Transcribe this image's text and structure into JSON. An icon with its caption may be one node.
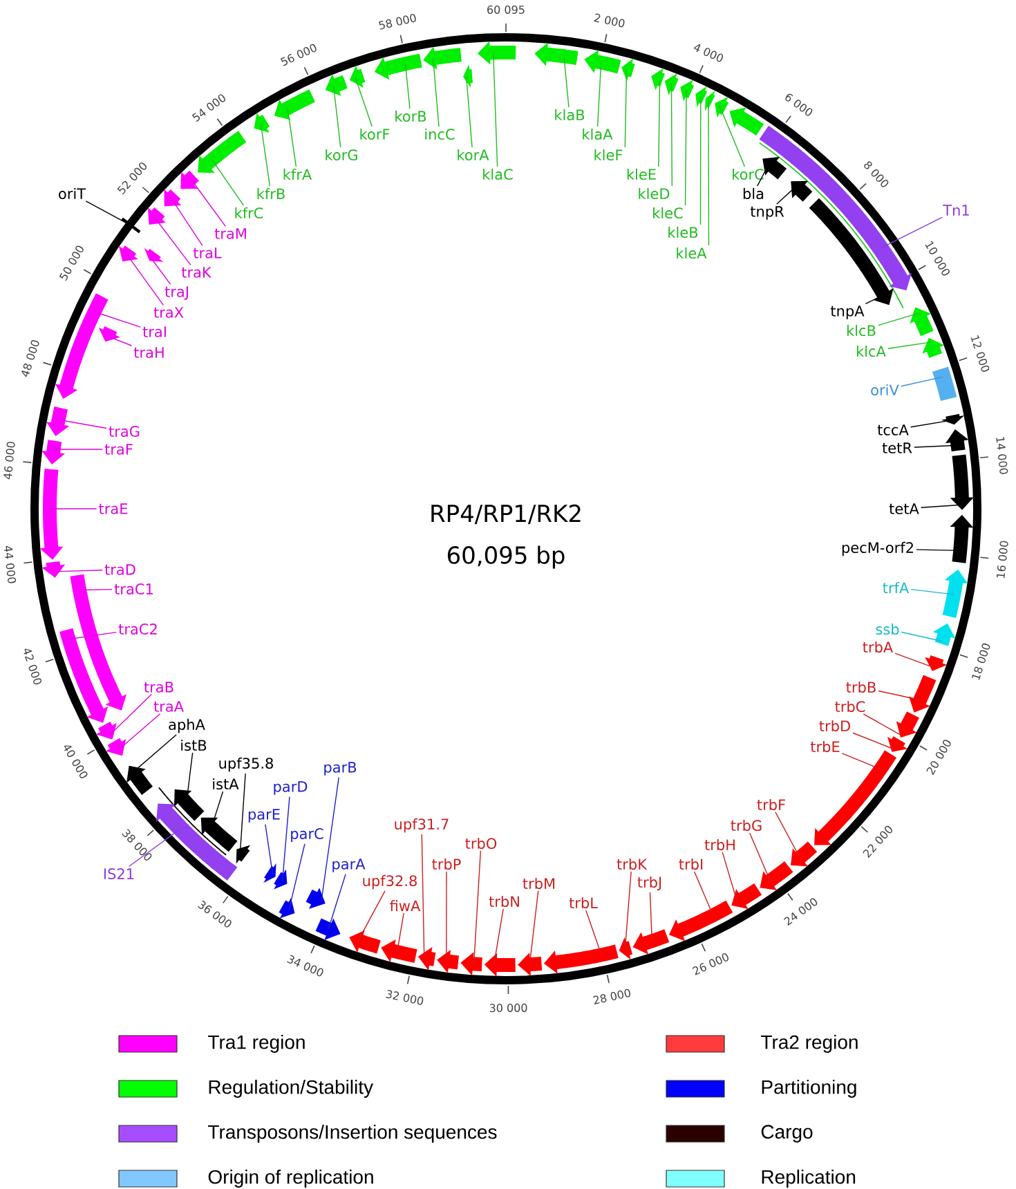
{
  "diagram": {
    "title": "RP4/RP1/RK2",
    "nodes": [
      {
        "text": [
          "klaC"
        ]
      },
      {
        "text": [
          "klaB"
        ]
      },
      {
        "text": [
          "klaA"
        ]
      },
      {
        "text": [
          "kleF"
        ]
      },
      {
        "text": [
          "kleE"
        ]
      },
      {
        "text": [
          "kleD"
        ]
      },
      {
        "text": [
          "kleC"
        ]
      },
      {
        "text": [
          "kleB"
        ]
      },
      {
        "text": [
          "kleA"
        ]
      },
      {
        "text": [
          "korC"
        ]
      },
      {
        "text": [
          "bla"
        ]
      },
      {
        "text": [
          "tnpR"
        ]
      },
      {
        "text": [
          "Tn1"
        ]
      },
      {
        "text": [
          "tnpA"
        ]
      },
      {
        "text": [
          "klcB"
        ]
      },
      {
        "text": [
          "klcA"
        ]
      },
      {
        "text": [
          "oriV"
        ]
      },
      {
        "text": [
          "tccA"
        ]
      },
      {
        "text": [
          "tetR"
        ]
      },
      {
        "text": [
          "tetA"
        ]
      },
      {
        "text": [
          "pecM-orf2"
        ]
      },
      {
        "text": [
          "trfA"
        ]
      },
      {
        "text": [
          "ssb"
        ]
      },
      {
        "text": [
          "trbA"
        ]
      },
      {
        "text": [
          "trbB"
        ]
      },
      {
        "text": [
          "trbC"
        ]
      },
      {
        "text": [
          "trbD"
        ]
      },
      {
        "text": [
          "trbE"
        ]
      },
      {
        "text": [
          "trbF"
        ]
      },
      {
        "text": [
          "trbG"
        ]
      },
      {
        "text": [
          "trbH"
        ]
      },
      {
        "text": [
          "trbI"
        ]
      },
      {
        "text": [
          "trbJ"
        ]
      },
      {
        "text": [
          "trbK"
        ]
      },
      {
        "text": [
          "trbL"
        ]
      },
      {
        "text": [
          "trbM"
        ]
      },
      {
        "text": [
          "trbN"
        ]
      },
      {
        "text": [
          "trbO"
        ]
      },
      {
        "text": [
          "trbP"
        ]
      },
      {
        "text": [
          "upf31.7"
        ]
      },
      {
        "text": [
          "fiwA"
        ]
      },
      {
        "text": [
          "upf32.8"
        ]
      },
      {
        "text": [
          "parA"
        ]
      },
      {
        "text": [
          "parB"
        ]
      },
      {
        "text": [
          "parC"
        ]
      },
      {
        "text": [
          "parD"
        ]
      },
      {
        "text": [
          "parE"
        ]
      },
      {
        "text": [
          "upf35.8"
        ]
      },
      {
        "text": [
          "IS21"
        ]
      },
      {
        "text": [
          "istA"
        ]
      },
      {
        "text": [
          "istB"
        ]
      },
      {
        "text": [
          "aphA"
        ]
      },
      {
        "text": [
          "traA"
        ]
      },
      {
        "text": [
          "traB"
        ]
      },
      {
        "text": [
          "traC2"
        ]
      },
      {
        "text": [
          "traC1"
        ]
      },
      {
        "text": [
          "traD"
        ]
      },
      {
        "text": [
          "traE"
        ]
      },
      {
        "text": [
          "traF"
        ]
      },
      {
        "text": [
          "traG"
        ]
      },
      {
        "text": [
          "traH"
        ]
      },
      {
        "text": [
          "traI"
        ]
      },
      {
        "text": [
          "traX"
        ]
      },
      {
        "text": [
          "traJ"
        ]
      },
      {
        "text": [
          "oriT"
        ]
      },
      {
        "text": [
          "traK"
        ]
      },
      {
        "text": [
          "traL"
        ]
      },
      {
        "text": [
          "traM"
        ]
      },
      {
        "text": [
          "kfrC"
        ]
      },
      {
        "text": [
          "kfrB"
        ]
      },
      {
        "text": [
          "kfrA"
        ]
      },
      {
        "text": [
          "korG"
        ]
      },
      {
        "text": [
          "korF"
        ]
      },
      {
        "text": [
          "korB"
        ]
      },
      {
        "text": [
          "incC"
        ]
      },
      {
        "text": [
          "korA"
        ]
      },
      {
        "text": [],
        "shape": "arrow"
      },
      {
        "text": [],
        "shape": "arrow"
      },
      {
        "text": [],
        "shape": "arrow"
      },
      {
        "text": [],
        "shape": "arrow"
      },
      {
        "text": [],
        "shape": "arrow"
      },
      {
        "text": [],
        "shape": "arrow"
      },
      {
        "text": [],
        "shape": "arrow"
      },
      {
        "text": [],
        "shape": "arrow"
      },
      {
        "text": [],
        "shape": "arrow"
      },
      {
        "text": [],
        "shape": "arrow"
      },
      {
        "text": [],
        "shape": "arrow"
      },
      {
        "text": [],
        "shape": "arrow"
      },
      {
        "text": [],
        "shape": "arrow"
      },
      {
        "text": [],
        "shape": "arrow"
      },
      {
        "text": [],
        "shape": "arrow"
      },
      {
        "text": [],
        "shape": "arrow"
      },
      {
        "text": [],
        "shape": "bar"
      },
      {
        "text": [],
        "shape": "arrow"
      },
      {
        "text": [],
        "shape": "arrow"
      },
      {
        "text": [],
        "shape": "arrow"
      },
      {
        "text": [],
        "shape": "arrow"
      },
      {
        "text": [],
        "shape": "arrow"
      },
      {
        "text": [],
        "shape": "arrow"
      },
      {
        "text": [],
        "shape": "arrow"
      },
      {
        "text": [],
        "shape": "arrow"
      },
      {
        "text": [],
        "shape": "arrow"
      },
      {
        "text": [],
        "shape": "arrow"
      },
      {
        "text": [],
        "shape": "arrow"
      },
      {
        "text": [],
        "shape": "arrow"
      },
      {
        "text": [],
        "shape": "arrow"
      },
      {
        "text": [],
        "shape": "arrow"
      },
      {
        "text": [],
        "shape": "arrow"
      },
      {
        "text": [],
        "shape": "arrow"
      },
      {
        "text": [],
        "shape": "arrow"
      },
      {
        "text": [],
        "shape": "arrow"
      },
      {
        "text": [],
        "shape": "arrow"
      },
      {
        "text": [],
        "shape": "arrow"
      },
      {
        "text": [],
        "shape": "arrow"
      },
      {
        "text": [],
        "shape": "arrow"
      },
      {
        "text": [],
        "shape": "arrow"
      },
      {
        "text": [],
        "shape": "arrow"
      },
      {
        "text": [],
        "shape": "arrow"
      },
      {
        "text": [],
        "shape": "arrow"
      },
      {
        "text": [],
        "shape": "arrow"
      },
      {
        "text": [],
        "shape": "arrow"
      },
      {
        "text": [],
        "shape": "arrow"
      },
      {
        "text": [],
        "shape": "arrow"
      },
      {
        "text": [],
        "shape": "arrow"
      },
      {
        "text": [],
        "shape": "arrow"
      },
      {
        "text": [],
        "shape": "arrow"
      },
      {
        "text": [],
        "shape": "arrow"
      },
      {
        "text": [],
        "shape": "arrow"
      },
      {
        "text": [],
        "shape": "arrow"
      },
      {
        "text": [],
        "shape": "arrow"
      },
      {
        "text": [],
        "shape": "arrow"
      },
      {
        "text": [],
        "shape": "arrow"
      },
      {
        "text": [],
        "shape": "arrow"
      },
      {
        "text": [],
        "shape": "arrow"
      },
      {
        "text": [],
        "shape": "arrow"
      },
      {
        "text": [],
        "shape": "arrow"
      },
      {
        "text": [],
        "shape": "arrow"
      },
      {
        "text": [],
        "shape": "arrow"
      },
      {
        "text": [],
        "shape": "arrow"
      },
      {
        "text": [],
        "shape": "arrow"
      },
      {
        "text": [],
        "shape": "bar"
      },
      {
        "text": [],
        "shape": "arrow"
      },
      {
        "text": [],
        "shape": "arrow"
      },
      {
        "text": [],
        "shape": "arrow"
      },
      {
        "text": [],
        "shape": "arrow"
      },
      {
        "text": [],
        "shape": "arrow"
      },
      {
        "text": [],
        "shape": "arrow"
      },
      {
        "text": [],
        "shape": "arrow"
      },
      {
        "text": [],
        "shape": "arrow"
      },
      {
        "text": [],
        "shape": "arrow"
      },
      {
        "text": [],
        "shape": "arrow"
      },
      {
        "text": [],
        "shape": "arrow"
      },
      {
        "text": [],
        "shape": "arrow"
      }
    ],
    "edges": [
      {
        "from": 0,
        "to": 76,
        "arrow": "none",
        "color": "#22bb22"
      },
      {
        "from": 1,
        "to": 77,
        "arrow": "none",
        "color": "#22bb22"
      },
      {
        "from": 2,
        "to": 78,
        "arrow": "none",
        "color": "#22bb22"
      },
      {
        "from": 3,
        "to": 79,
        "arrow": "none",
        "color": "#22bb22"
      },
      {
        "from": 4,
        "to": 80,
        "arrow": "none",
        "color": "#22bb22"
      },
      {
        "from": 5,
        "to": 81,
        "arrow": "none",
        "color": "#22bb22"
      },
      {
        "from": 6,
        "to": 82,
        "arrow": "none",
        "color": "#22bb22"
      },
      {
        "from": 7,
        "to": 83,
        "arrow": "none",
        "color": "#22bb22"
      },
      {
        "from": 8,
        "to": 84,
        "arrow": "none",
        "color": "#22bb22"
      },
      {
        "from": 9,
        "to": 85,
        "arrow": "none",
        "color": "#22bb22"
      },
      {
        "from": 10,
        "to": 86,
        "arrow": "none",
        "color": "#000000"
      },
      {
        "from": 11,
        "to": 87,
        "arrow": "none",
        "color": "#000000"
      },
      {
        "from": 12,
        "to": 88,
        "arrow": "none",
        "color": "#8a3be0"
      },
      {
        "from": 13,
        "to": 89,
        "arrow": "none",
        "color": "#000000"
      },
      {
        "from": 14,
        "to": 90,
        "arrow": "none",
        "color": "#22bb22"
      },
      {
        "from": 15,
        "to": 91,
        "arrow": "none",
        "color": "#22bb22"
      },
      {
        "from": 16,
        "to": 92,
        "arrow": "none",
        "color": "#3a8fd8"
      },
      {
        "from": 17,
        "to": 93,
        "arrow": "none",
        "color": "#000000"
      },
      {
        "from": 18,
        "to": 94,
        "arrow": "none",
        "color": "#000000"
      },
      {
        "from": 19,
        "to": 95,
        "arrow": "none",
        "color": "#000000"
      },
      {
        "from": 20,
        "to": 96,
        "arrow": "none",
        "color": "#000000"
      },
      {
        "from": 21,
        "to": 97,
        "arrow": "none",
        "color": "#1ab8c8"
      },
      {
        "from": 22,
        "to": 98,
        "arrow": "none",
        "color": "#1ab8c8"
      },
      {
        "from": 23,
        "to": 99,
        "arrow": "none",
        "color": "#cc1f1f"
      },
      {
        "from": 24,
        "to": 100,
        "arrow": "none",
        "color": "#cc1f1f"
      },
      {
        "from": 25,
        "to": 101,
        "arrow": "none",
        "color": "#cc1f1f"
      },
      {
        "from": 26,
        "to": 102,
        "arrow": "none",
        "color": "#cc1f1f"
      },
      {
        "from": 27,
        "to": 103,
        "arrow": "none",
        "color": "#cc1f1f"
      },
      {
        "from": 28,
        "to": 104,
        "arrow": "none",
        "color": "#cc1f1f"
      },
      {
        "from": 29,
        "to": 105,
        "arrow": "none",
        "color": "#cc1f1f"
      },
      {
        "from": 30,
        "to": 106,
        "arrow": "none",
        "color": "#cc1f1f"
      },
      {
        "from": 31,
        "to": 107,
        "arrow": "none",
        "color": "#cc1f1f"
      },
      {
        "from": 32,
        "to": 108,
        "arrow": "none",
        "color": "#cc1f1f"
      },
      {
        "from": 33,
        "to": 109,
        "arrow": "none",
        "color": "#cc1f1f"
      },
      {
        "from": 34,
        "to": 110,
        "arrow": "none",
        "color": "#cc1f1f"
      },
      {
        "from": 35,
        "to": 111,
        "arrow": "none",
        "color": "#cc1f1f"
      },
      {
        "from": 36,
        "to": 112,
        "arrow": "none",
        "color": "#cc1f1f"
      },
      {
        "from": 37,
        "to": 113,
        "arrow": "none",
        "color": "#cc1f1f"
      },
      {
        "from": 38,
        "to": 114,
        "arrow": "none",
        "color": "#cc1f1f"
      },
      {
        "from": 39,
        "to": 115,
        "arrow": "none",
        "color": "#cc1f1f"
      },
      {
        "from": 40,
        "to": 116,
        "arrow": "none",
        "color": "#cc1f1f"
      },
      {
        "from": 41,
        "to": 117,
        "arrow": "none",
        "color": "#cc1f1f"
      },
      {
        "from": 42,
        "to": 118,
        "arrow": "none",
        "color": "#2020cc"
      },
      {
        "from": 43,
        "to": 119,
        "arrow": "none",
        "color": "#2020cc"
      },
      {
        "from": 44,
        "to": 120,
        "arrow": "none",
        "color": "#2020cc"
      },
      {
        "from": 45,
        "to": 121,
        "arrow": "none",
        "color": "#2020cc"
      },
      {
        "from": 46,
        "to": 122,
        "arrow": "none",
        "color": "#2020cc"
      },
      {
        "from": 47,
        "to": 123,
        "arrow": "none",
        "color": "#000000"
      },
      {
        "from": 48,
        "to": 124,
        "arrow": "none",
        "color": "#8a3be0"
      },
      {
        "from": 49,
        "to": 125,
        "arrow": "none",
        "color": "#000000"
      },
      {
        "from": 50,
        "to": 126,
        "arrow": "none",
        "color": "#000000"
      },
      {
        "from": 51,
        "to": 127,
        "arrow": "none",
        "color": "#000000"
      },
      {
        "from": 52,
        "to": 128,
        "arrow": "none",
        "color": "#e000e0"
      },
      {
        "from": 53,
        "to": 129,
        "arrow": "none",
        "color": "#e000e0"
      },
      {
        "from": 54,
        "to": 130,
        "arrow": "none",
        "color": "#e000e0"
      },
      {
        "from": 55,
        "to": 131,
        "arrow": "none",
        "color": "#e000e0"
      },
      {
        "from": 56,
        "to": 132,
        "arrow": "none",
        "color": "#e000e0"
      },
      {
        "from": 57,
        "to": 133,
        "arrow": "none",
        "color": "#e000e0"
      },
      {
        "from": 58,
        "to": 134,
        "arrow": "none",
        "color": "#e000e0"
      },
      {
        "from": 59,
        "to": 135,
        "arrow": "none",
        "color": "#e000e0"
      },
      {
        "from": 60,
        "to": 136,
        "arrow": "none",
        "color": "#e000e0"
      },
      {
        "from": 61,
        "to": 137,
        "arrow": "none",
        "color": "#e000e0"
      },
      {
        "from": 62,
        "to": 138,
        "arrow": "none",
        "color": "#e000e0"
      },
      {
        "from": 63,
        "to": 139,
        "arrow": "none",
        "color": "#e000e0"
      },
      {
        "from": 64,
        "to": 140,
        "arrow": "none",
        "color": "#000000"
      },
      {
        "from": 65,
        "to": 141,
        "arrow": "none",
        "color": "#e000e0"
      },
      {
        "from": 66,
        "to": 142,
        "arrow": "none",
        "color": "#e000e0"
      },
      {
        "from": 67,
        "to": 143,
        "arrow": "none",
        "color": "#e000e0"
      },
      {
        "from": 68,
        "to": 144,
        "arrow": "none",
        "color": "#22bb22"
      },
      {
        "from": 69,
        "to": 145,
        "arrow": "none",
        "color": "#22bb22"
      },
      {
        "from": 70,
        "to": 146,
        "arrow": "none",
        "color": "#22bb22"
      },
      {
        "from": 71,
        "to": 147,
        "arrow": "none",
        "color": "#22bb22"
      },
      {
        "from": 72,
        "to": 148,
        "arrow": "none",
        "color": "#22bb22"
      },
      {
        "from": 73,
        "to": 149,
        "arrow": "none",
        "color": "#22bb22"
      },
      {
        "from": 74,
        "to": 150,
        "arrow": "none",
        "color": "#22bb22"
      },
      {
        "from": 75,
        "to": 151,
        "arrow": "none",
        "color": "#22bb22"
      }
    ],
    "labels": [
      "60 095",
      "2 000",
      "4 000",
      "6 000",
      "8 000",
      "10 000",
      "12 000",
      "14 000",
      "16 000",
      "18 000",
      "20 000",
      "22 000",
      "24 000",
      "26 000",
      "28 000",
      "30 000",
      "32 000",
      "34 000",
      "36 000",
      "38 000",
      "40 000",
      "42 000",
      "44 000",
      "46 000",
      "48 000",
      "50 000",
      "52 000",
      "54 000",
      "56 000",
      "58 000",
      "60,095 bp"
    ],
    "legend": [
      {
        "text": "Tra1 region",
        "color": "#ff00ff"
      },
      {
        "text": "Regulation/Stability",
        "color": "#00ff00"
      },
      {
        "text": "Transposons/Insertion sequences",
        "color": "#a64dff"
      },
      {
        "text": "Origin of replication",
        "color": "#80c8ff"
      },
      {
        "text": "Tra2 region",
        "color": "#ff3b3b"
      },
      {
        "text": "Partitioning",
        "color": "#0000ff"
      },
      {
        "text": "Cargo",
        "color": "#2b0000"
      },
      {
        "text": "Replication",
        "color": "#80ffff"
      }
    ]
  }
}
